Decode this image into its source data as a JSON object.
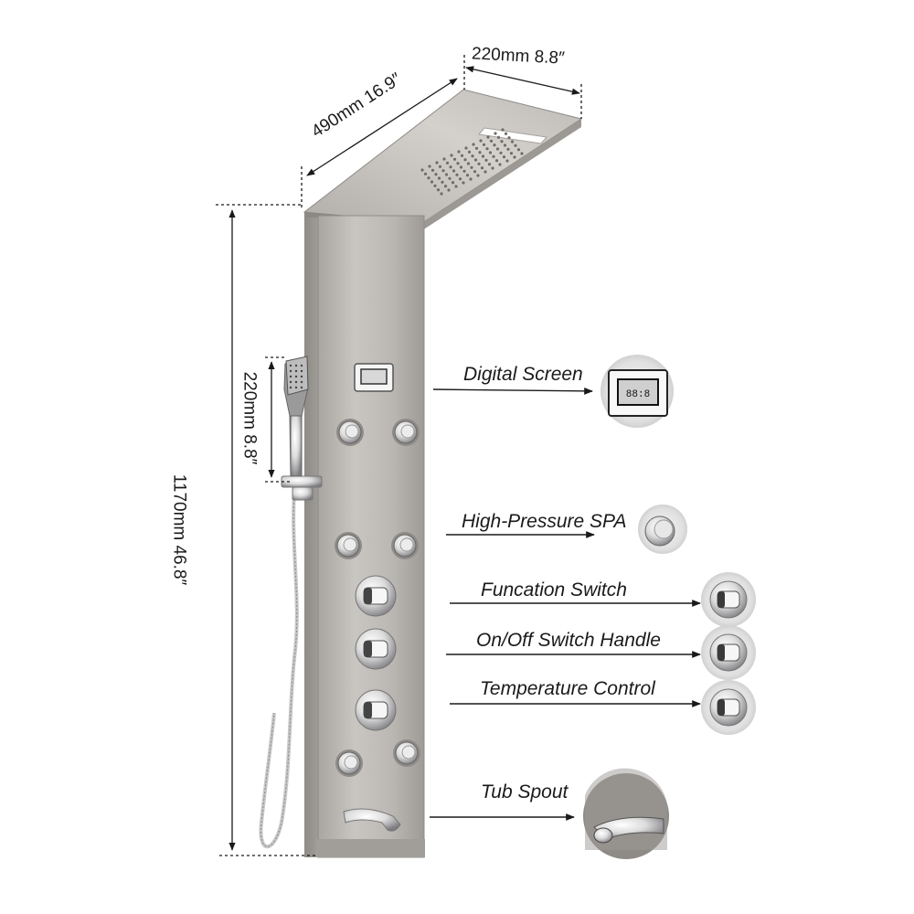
{
  "dimensions": {
    "top_width": "220mm 8.8″",
    "top_depth": "490mm 16.9″",
    "total_height": "1170mm 46.8″",
    "handshower_height": "220mm 8.8″"
  },
  "features": [
    {
      "id": "digital-screen",
      "label": "Digital Screen",
      "icon": "digital-display-icon"
    },
    {
      "id": "high-pressure-spa",
      "label": "High-Pressure SPA",
      "icon": "spa-jet-icon"
    },
    {
      "id": "function-switch",
      "label": "Funcation Switch",
      "icon": "switch-knob-icon"
    },
    {
      "id": "on-off-switch",
      "label": "On/Off Switch Handle",
      "icon": "switch-knob-icon"
    },
    {
      "id": "temperature-control",
      "label": "Temperature Control",
      "icon": "switch-knob-icon"
    },
    {
      "id": "tub-spout",
      "label": "Tub Spout",
      "icon": "tub-spout-icon"
    }
  ],
  "colors": {
    "steel": "#b9b6b2",
    "steel_dark": "#8f8c88",
    "chrome": "#e9e9ea",
    "line": "#1a1a1a"
  }
}
